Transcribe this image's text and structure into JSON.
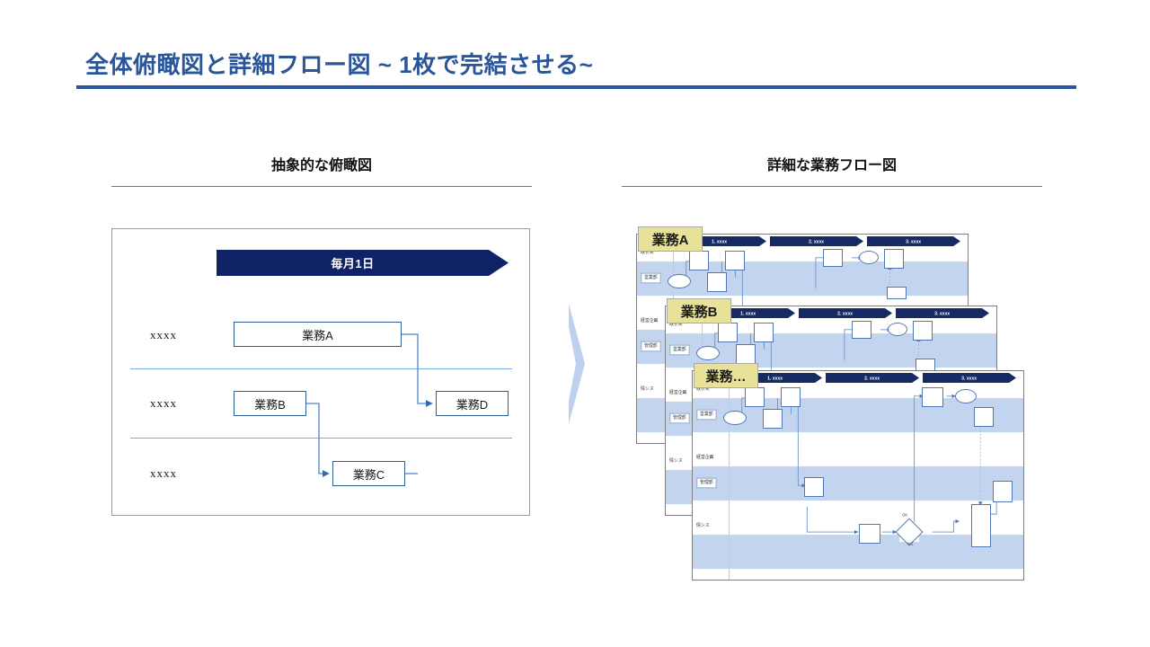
{
  "slide": {
    "title": "全体俯瞰図と詳細フロー図 ~ 1枚で完結させる~",
    "accent_color": "#2a5699",
    "banner_color": "#0e2265",
    "tag_color": "#e8e298",
    "lane_band_color": "#c3d4ef",
    "connector_color": "#4f77b4"
  },
  "sections": {
    "left": {
      "heading": "抽象的な俯瞰図"
    },
    "right": {
      "heading": "詳細な業務フロー図"
    }
  },
  "overview": {
    "banner_label": "毎月1日",
    "lane_labels": [
      "xxxx",
      "xxxx",
      "xxxx"
    ],
    "processes": [
      {
        "id": "proc-a",
        "label": "業務A"
      },
      {
        "id": "proc-b",
        "label": "業務B"
      },
      {
        "id": "proc-c",
        "label": "業務C"
      },
      {
        "id": "proc-d",
        "label": "業務D"
      }
    ]
  },
  "transition": {
    "icon": "right-chevron-arrow",
    "color": "#bdd0ee"
  },
  "flow_cards": [
    {
      "tag": "業務A",
      "phases": [
        "1. xxxx",
        "2. xxxx",
        "3. xxxx"
      ],
      "lane_labels": [
        "取引先",
        "営業部",
        "経営企画",
        "管理部",
        "情シス"
      ]
    },
    {
      "tag": "業務B",
      "phases": [
        "1. xxxx",
        "2. xxxx",
        "3. xxxx"
      ],
      "lane_labels": [
        "取引先",
        "営業部",
        "経営企画",
        "管理部",
        "情シス"
      ]
    },
    {
      "tag": "業務…",
      "phases": [
        "1. xxxx",
        "2. xxxx",
        "3. xxxx"
      ],
      "lane_labels": [
        "取引先",
        "営業部",
        "経営企画",
        "管理部",
        "情シス"
      ],
      "decision_labels": [
        "OK",
        "NG"
      ]
    }
  ]
}
